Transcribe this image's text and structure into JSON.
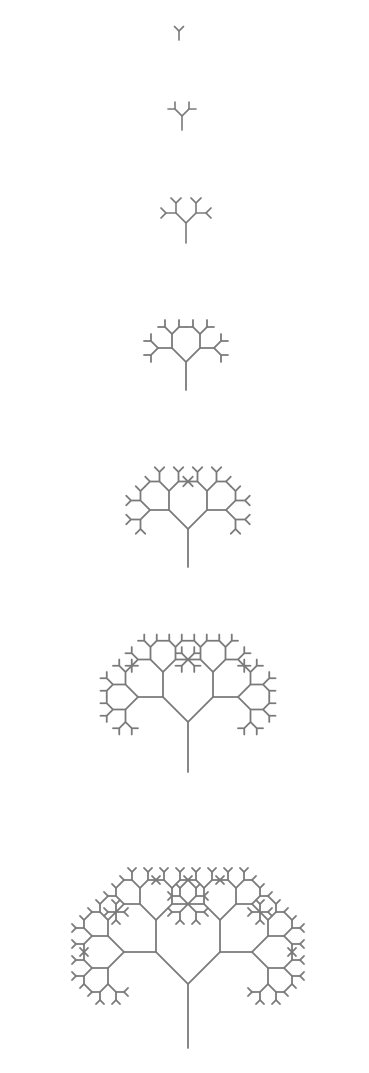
{
  "figure": {
    "type": "fractal-tree-iteration-sequence",
    "branch_color": "#7a7a7a",
    "background_color": "#ffffff",
    "branch_angle_degrees": 45,
    "branch_length_ratio": 0.7071,
    "levels": [
      {
        "iteration": 1
      },
      {
        "iteration": 2
      },
      {
        "iteration": 3
      },
      {
        "iteration": 4
      },
      {
        "iteration": 5
      },
      {
        "iteration": 6
      },
      {
        "iteration": 7
      }
    ]
  }
}
